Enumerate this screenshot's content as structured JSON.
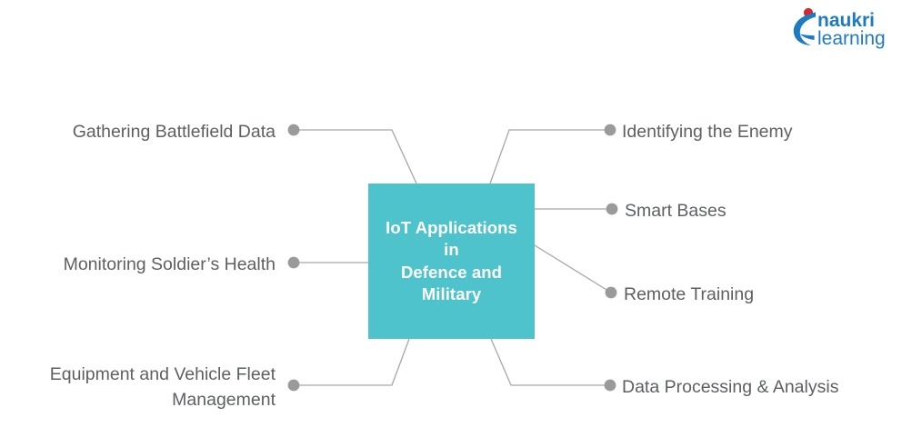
{
  "brand": {
    "name": "naukri learning",
    "word_top": "naukri",
    "word_bottom": "learning",
    "logo_icon": "naukri-swoosh-icon",
    "color_blue": "#1f7bc1",
    "color_red": "#d7282f"
  },
  "diagram": {
    "type": "mind-map",
    "center": {
      "title": "IoT Applications\nin\nDefence and\nMilitary",
      "bg_color": "#4ec3cc",
      "text_color": "#ffffff"
    },
    "node_color": "#9a9a9a",
    "line_color": "#a6a6a6",
    "label_color": "#5d6063",
    "branches_left": [
      {
        "label": "Gathering Battlefield Data"
      },
      {
        "label": "Monitoring Soldier’s Health"
      },
      {
        "label": "Equipment and Vehicle Fleet\nManagement"
      }
    ],
    "branches_right": [
      {
        "label": "Identifying the Enemy"
      },
      {
        "label": "Smart Bases"
      },
      {
        "label": "Remote Training"
      },
      {
        "label": "Data Processing & Analysis"
      }
    ]
  }
}
